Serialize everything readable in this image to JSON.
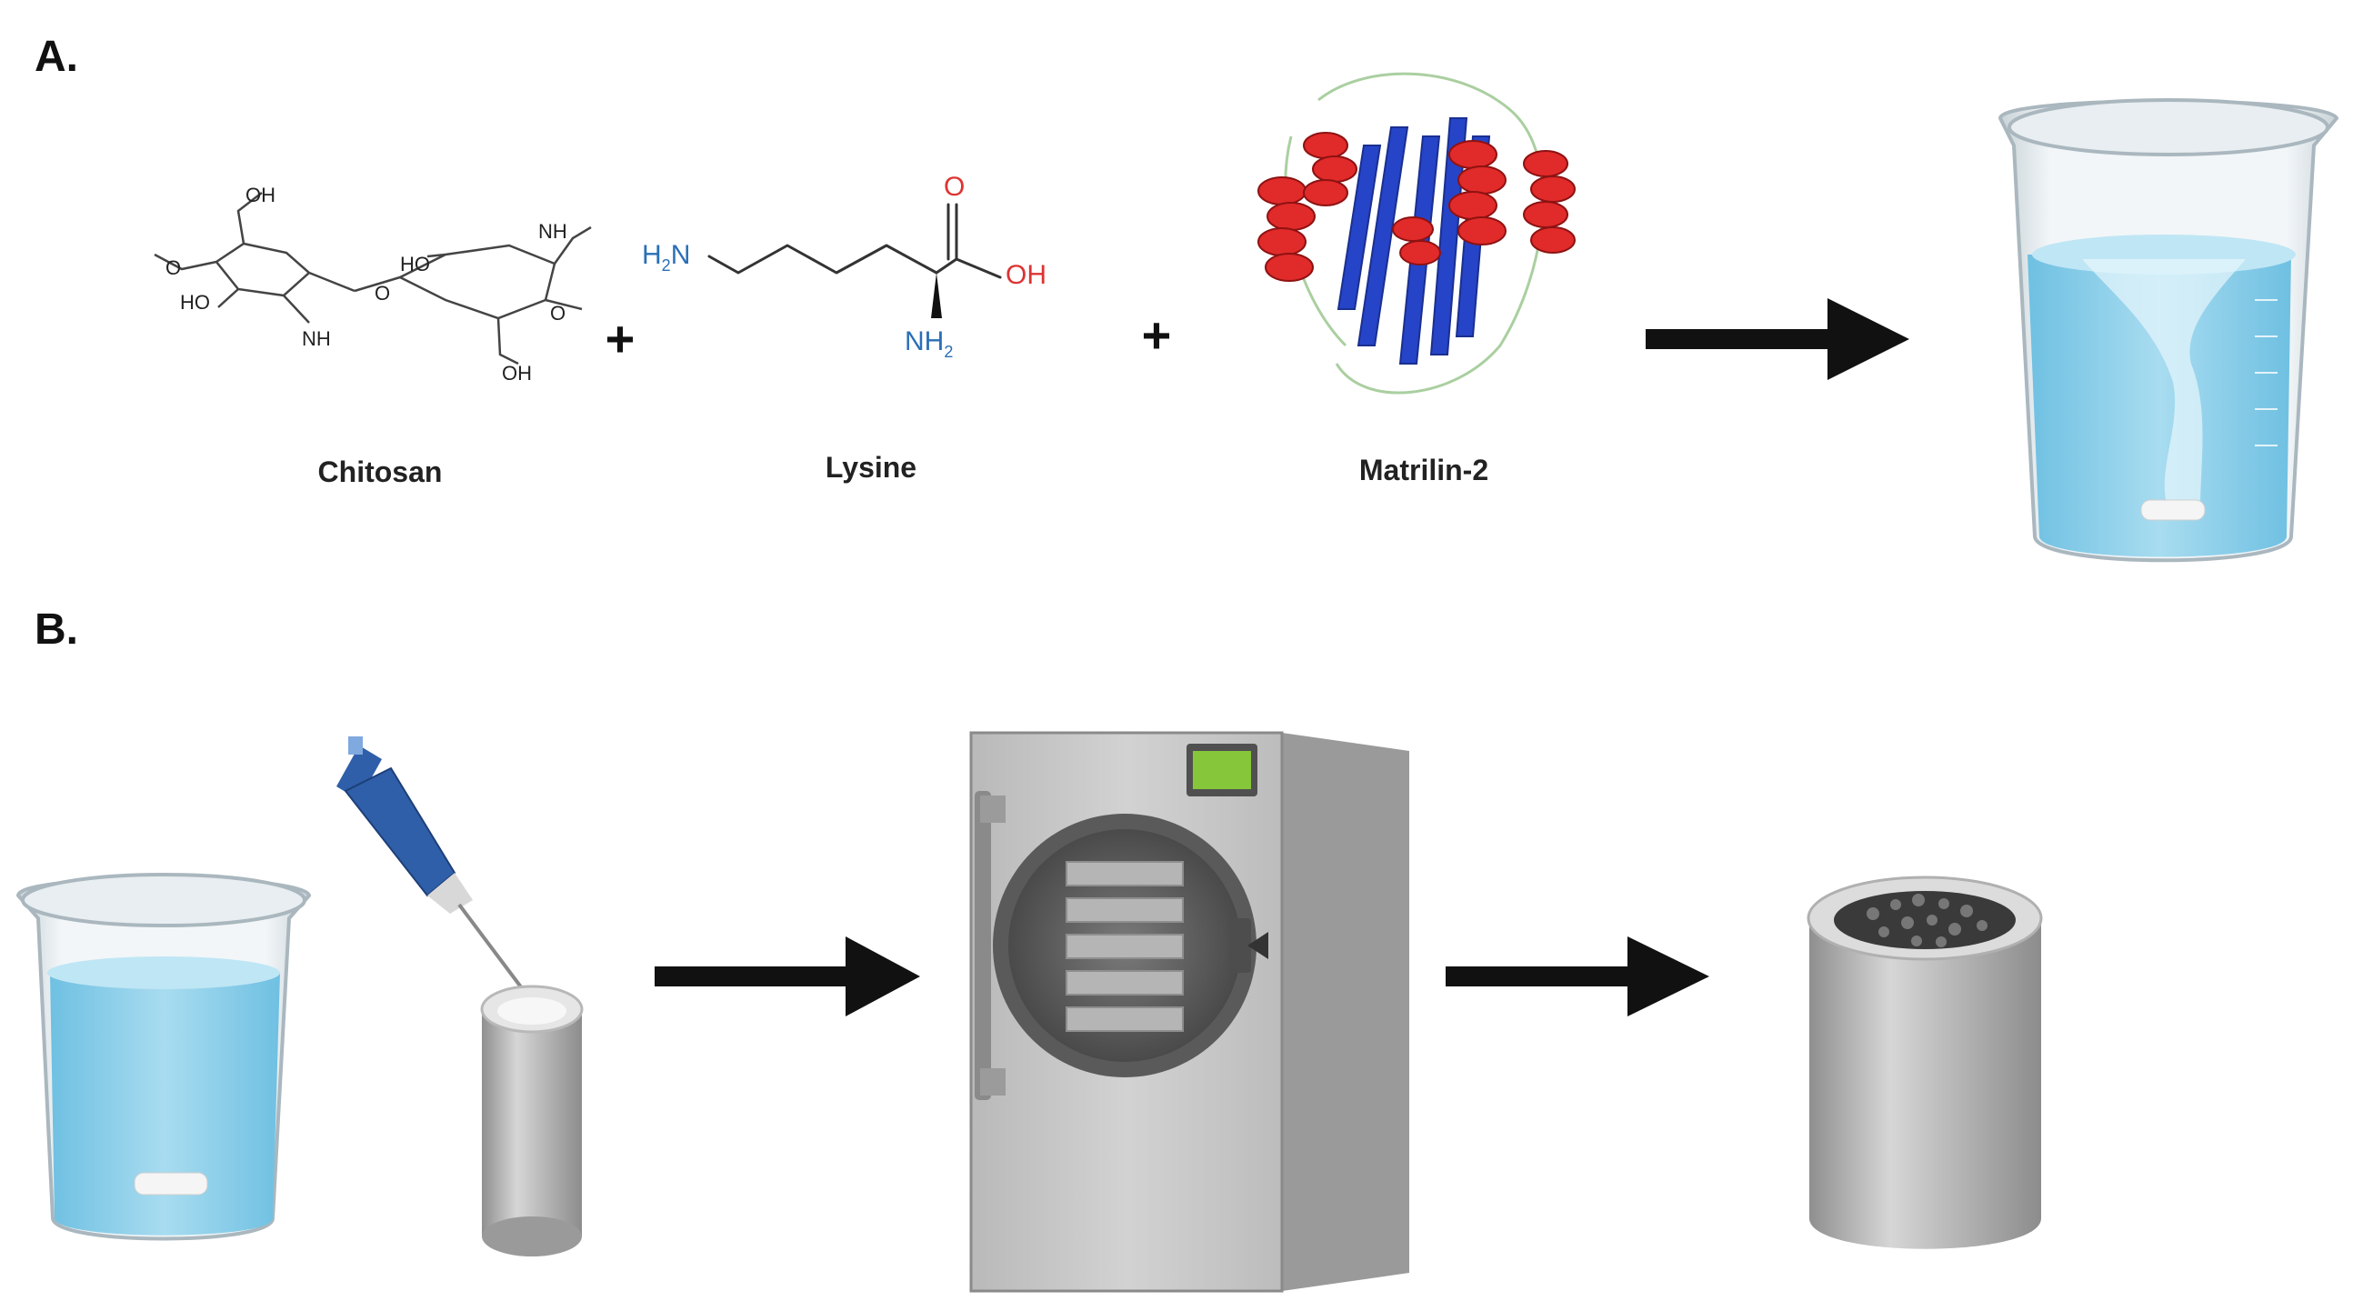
{
  "panels": {
    "a_label": "A.",
    "b_label": "B."
  },
  "molecules": {
    "chitosan": {
      "name": "Chitosan",
      "atoms": [
        "OH",
        "O",
        "HO",
        "NH",
        "HO",
        "O",
        "NH",
        "O",
        "OH"
      ]
    },
    "lysine": {
      "name": "Lysine",
      "amine_left": "H",
      "amine_left_sub": "2",
      "amine_left_n": "N",
      "carbonyl_o": "O",
      "hydroxyl": "OH",
      "alpha_amine": "NH",
      "alpha_amine_sub": "2"
    },
    "matrilin": {
      "name": "Matrilin-2"
    }
  },
  "plus_signs": [
    "+",
    "+"
  ],
  "colors": {
    "arrow": "#111111",
    "water": "#8fd0ea",
    "water_dark": "#5fb5d9",
    "glass": "#dfe6ea",
    "helix": "#e12a2a",
    "sheet": "#2644c7",
    "machine": "#c8c8c8",
    "machine_dark": "#8a8a8a",
    "screen": "#86c63a",
    "pipette": "#2f5fa8"
  },
  "icons": [
    "beaker-icon",
    "pipette-icon",
    "tube-icon",
    "freeze-dryer-icon",
    "scaffold-icon",
    "arrow-icon",
    "protein-icon"
  ]
}
